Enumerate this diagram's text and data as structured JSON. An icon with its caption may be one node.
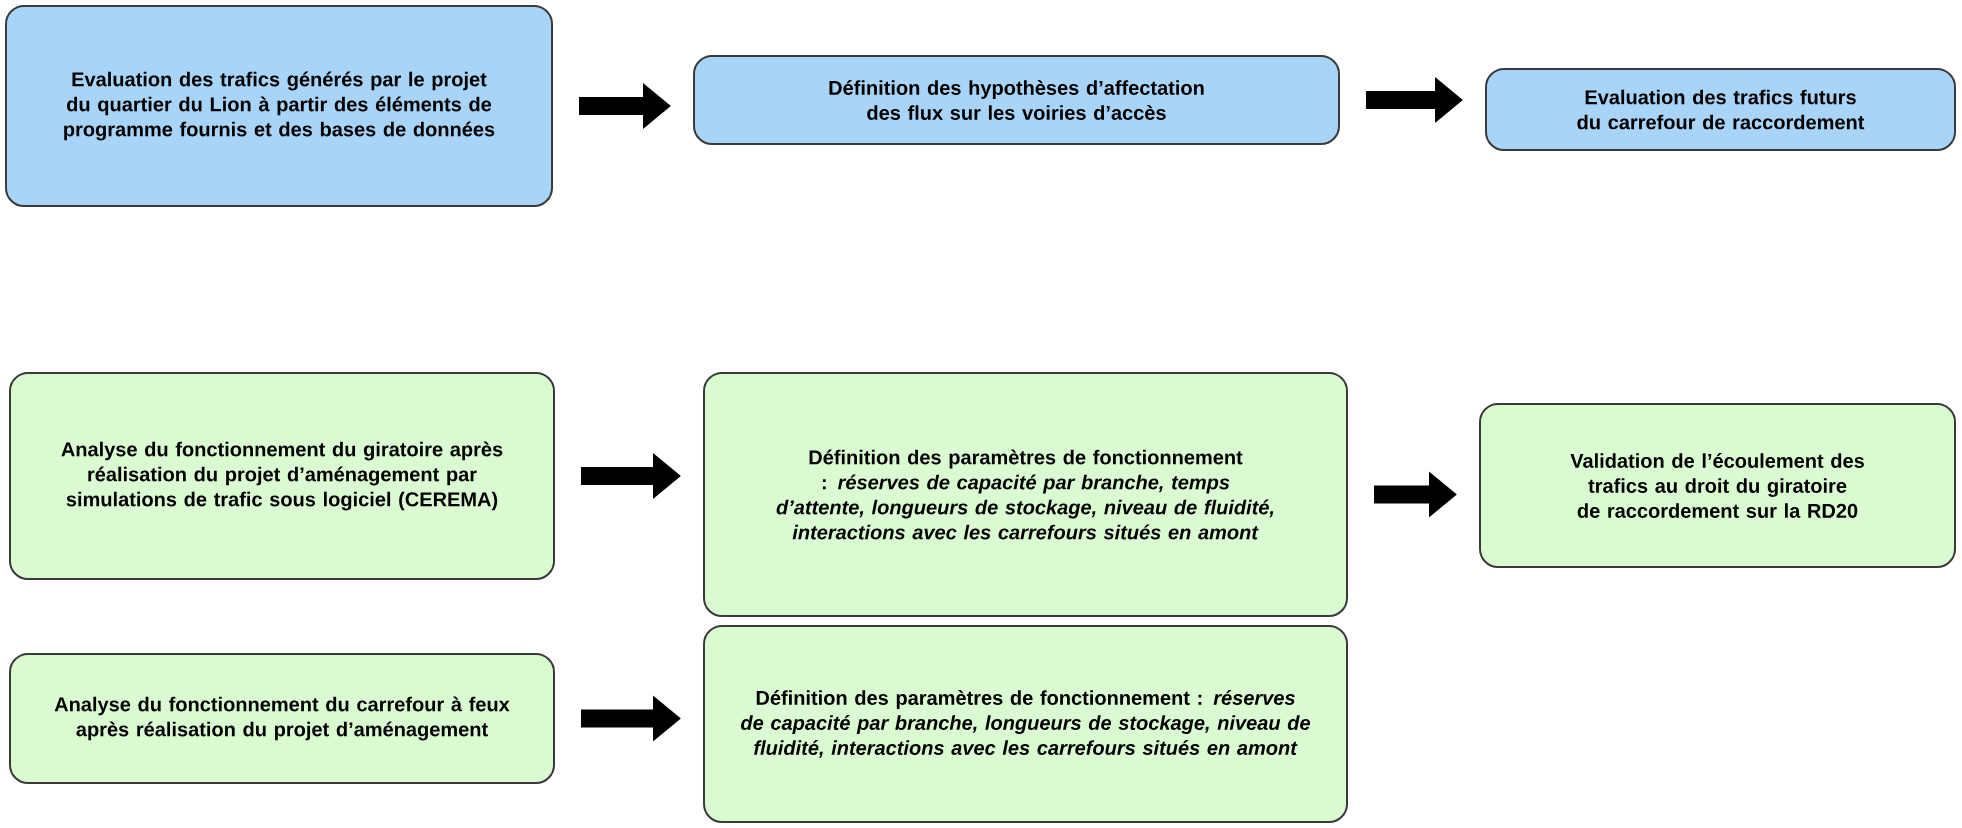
{
  "diagram": {
    "nodes": [
      {
        "text": [
          "Evaluation des trafics générés par le projet du quartier du Lion à partir des éléments de programme fournis et des bases de données"
        ]
      },
      {
        "text": [
          "Définition des hypothèses d’affectation des flux sur les voiries d’accès"
        ]
      },
      {
        "text": [
          "Evaluation des trafics futurs du carrefour de raccordement"
        ]
      },
      {
        "text": [
          "Analyse du fonctionnement du giratoire après réalisation du projet d’aménagement par simulations de trafic sous logiciel (CEREMA)"
        ]
      },
      {
        "text": [
          "Définition des paramètres de fonctionnement : *réserves de capacité par branche, temps d’attente, longueurs de stockage, niveau de fluidité, interactions avec les carrefours situés en amont*"
        ]
      },
      {
        "text": [
          "Validation de l’écoulement des trafics au droit du giratoire de raccordement sur la RD20"
        ]
      },
      {
        "text": [
          "Analyse du fonctionnement du carrefour à feux après réalisation du projet d’aménagement"
        ]
      },
      {
        "text": [
          "Définition des paramètres de fonctionnement : *réserves de capacité par branche, longueurs de stockage, niveau de fluidité, interactions avec les carrefours situés en amont*"
        ]
      }
    ],
    "edges": [
      {
        "from": 0,
        "to": 1,
        "arrow": "to"
      },
      {
        "from": 1,
        "to": 2,
        "arrow": "to"
      },
      {
        "from": 3,
        "to": 4,
        "arrow": "to"
      },
      {
        "from": 4,
        "to": 5,
        "arrow": "to"
      },
      {
        "from": 6,
        "to": 7,
        "arrow": "to"
      }
    ]
  }
}
